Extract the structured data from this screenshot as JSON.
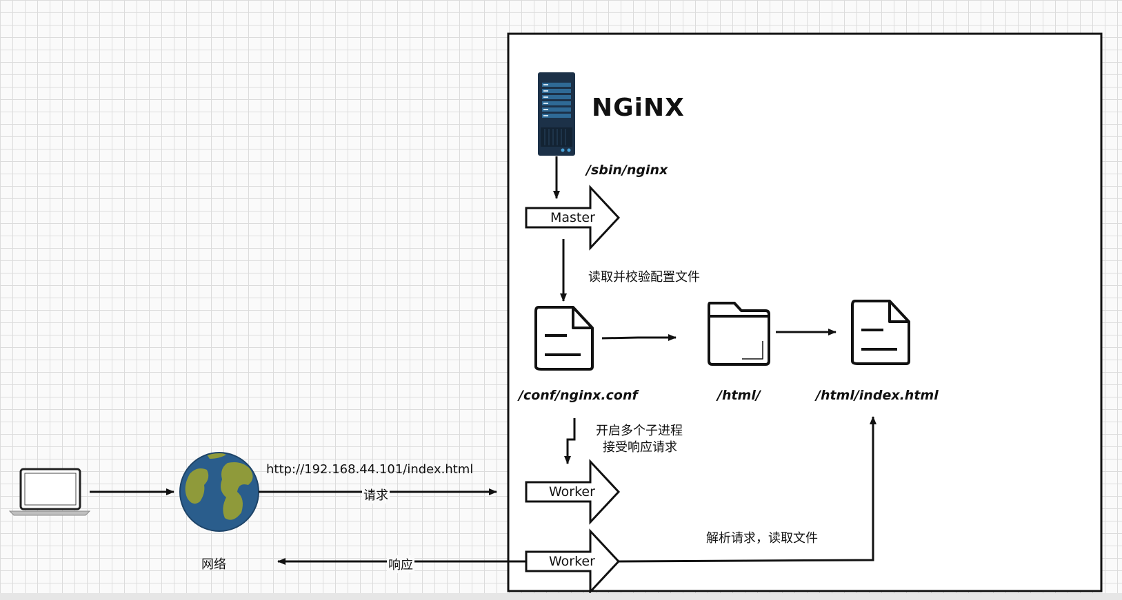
{
  "brand": {
    "logo_text": "NGiNX"
  },
  "paths": {
    "binary": "/sbin/nginx",
    "conf": "/conf/nginx.conf",
    "html_dir": "/html/",
    "index_file": "/html/index.html"
  },
  "processes": {
    "master": "Master",
    "worker_1": "Worker",
    "worker_2": "Worker"
  },
  "notes": {
    "read_config": "读取并校验配置文件",
    "spawn_line1": "开启多个子进程",
    "spawn_line2": "接受响应请求",
    "parse_request": "解析请求，读取文件"
  },
  "network": {
    "label": "网络",
    "url": "http://192.168.44.101/index.html",
    "request": "请求",
    "response": "响应"
  },
  "colors": {
    "globe_ocean": "#2a5d8c",
    "globe_land": "#8f9a3a",
    "server_body": "#1c3148",
    "server_panel": "#2f6a96"
  }
}
